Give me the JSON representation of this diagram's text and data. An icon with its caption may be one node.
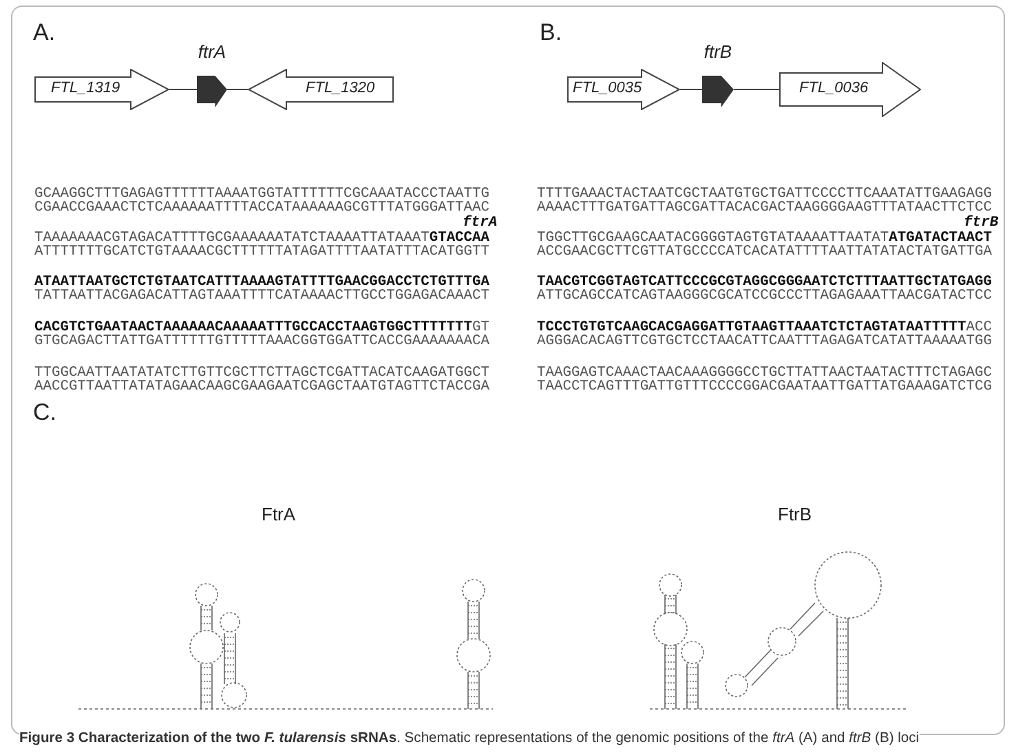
{
  "diagram": {
    "caption": "**Figure 3 Characterization of the two *F. tularensis* sRNAs**. Schematic representations of the genomic positions of the *ftrA* (A) and *ftrB* (B) loci",
    "nodes": [
      {
        "text": [
          "FTL_1319"
        ]
      },
      {
        "text": [
          "ftrA"
        ]
      },
      {
        "text": [
          "FTL_1320"
        ]
      },
      {
        "text": [
          "FTL_0035"
        ]
      },
      {
        "text": [
          "ftrB"
        ]
      },
      {
        "text": [
          "FTL_0036"
        ]
      }
    ],
    "edges": [
      {
        "from": 0,
        "to": 1,
        "arrow": "none"
      },
      {
        "from": 1,
        "to": 2,
        "arrow": "none"
      },
      {
        "from": 3,
        "to": 4,
        "arrow": "none"
      },
      {
        "from": 4,
        "to": 5,
        "arrow": "none"
      }
    ],
    "labels": [
      "A.",
      "B.",
      "GCAAGGCTTTGAGAGTTTTTTAAAATGGTATTTTTTCGCAAATACCCTAATTG",
      "CGAACCGAAACTCTCAAAAAATTTTACCATAAAAAAGCGTTTATGGGATTAAC",
      "ftrA",
      "TAAAAAAACGTAGACATTTTGCGAAAAAATATCTAAAATTATAAAT**GTACCAA**",
      "ATTTTTTTGCATCTGTAAAACGCTTTTTTATAGATTTTAATATTTACATGGTT",
      "**ATAATTAATGCTCTGTAATCATTTAAAAGTATTTTGAACGGACCTCTGTTTGA**",
      "TATTAATTACGAGACATTAGTAAATTTTCATAAAACTTGCCTGGAGACAAACT",
      "**CACGTCTGAATAACTAAAAAACAAAAATTTGCCACCTAAGTGGCTTTTTTT**GT",
      "GTGCAGACTTATTGATTTTTTGTTTTTAAACGGTGGATTCACCGAAAAAAACA",
      "TTGGCAATTAATATATCTTGTTCGCTTCTTAGCTCGATTACATCAAGATGGCT",
      "AACCGTTAATTATATAGAACAAGCGAAGAATCGAGCTAATGTAGTTCTACCGA",
      "TTTTGAAACTACTAATCGCTAATGTGCTGATTCCCCTTCAAATATTGAAGAGG",
      "AAAACTTTGATGATTAGCGATTACACGACTAAGGGGAAGTTTATAACTTCTCC",
      "ftrB",
      "TGGCTTGCGAAGCAATACGGGGTAGTGTATAAAATTAATAT**ATGATACTAACT**",
      "ACCGAACGCTTCGTTATGCCCCATCACATATTTTAATTATATACTATGATTGA",
      "**TAACGTCGGTAGTCATTCCCGCGTAGGCGGGAATCTCTTTAATTGCTATGAGG**",
      "ATTGCAGCCATCAGTAAGGGCGCATCCGCCCTTAGAGAAATTAACGATACTCC",
      "**TCCCTGTGTCAAGCACGAGGATTGTAAGTTAAATCTCTAGTATAATTTTT**ACC",
      "AGGGACACAGTTCGTGCTCCTAACATTCAATTTAGAGATCATATTAAAAATGG",
      "TAAGGAGTCAAACTAACAAAGGGGCCTGCTTATTAACTAATACTTTCTAGAGC",
      "TAACCTCAGTTTGATTGTTTCCCCGGACGAATAATTGATTATGAAAGATCTCG",
      "C.",
      "FtrA",
      "FtrB"
    ]
  }
}
